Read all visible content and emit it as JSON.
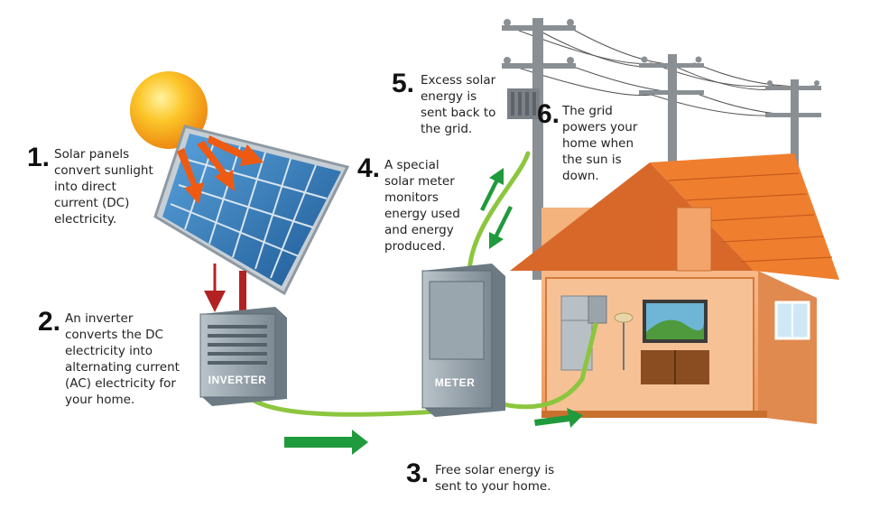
{
  "steps": [
    {
      "number": "1.",
      "text": "Solar panels\nconvert sunlight\ninto direct\ncurrent (DC)\nelectricity."
    },
    {
      "number": "2.",
      "text": "An inverter\nconverts the DC\nelectricity into\nalternating current\n(AC) electricity for\nyour home."
    },
    {
      "number": "3.",
      "text": "Free solar energy is\nsent to your home."
    },
    {
      "number": "4.",
      "text": "A special\nsolar meter\nmonitors\nenergy used\nand energy\nproduced."
    },
    {
      "number": "5.",
      "text": "Excess solar\nenergy is\nsent back to\nthe grid."
    },
    {
      "number": "6.",
      "text": "The grid\npowers your\nhome when\nthe sun is\ndown."
    }
  ],
  "labels": {
    "inverter": "INVERTER",
    "meter": "METER"
  },
  "colors": {
    "sun": "#f6a21c",
    "panel": "#2f6fa8",
    "cable": "#8cc63f",
    "flow_arrow": "#1f9a3c",
    "dc_arrow": "#b22222",
    "roof": "#e8782a",
    "wall": "#f3a86b",
    "device": "#8d9aa3"
  }
}
